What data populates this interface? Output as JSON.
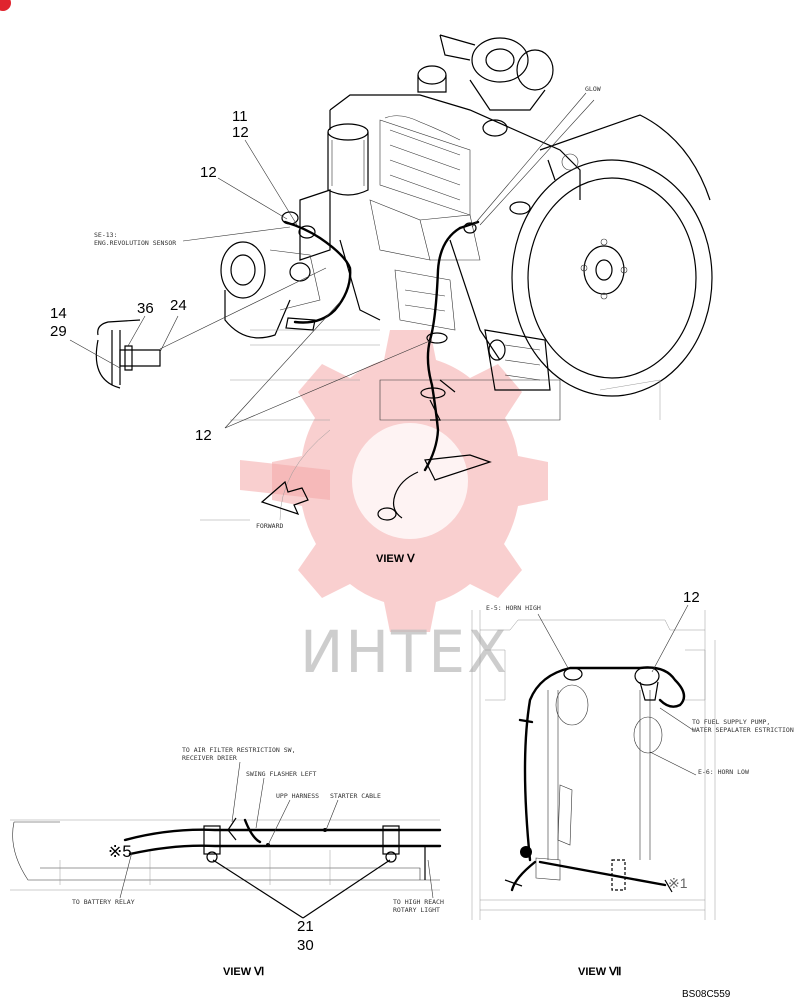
{
  "callouts": {
    "c11": "11",
    "c12a": "12",
    "c12b": "12",
    "c12c": "12",
    "c12d": "12",
    "c14": "14",
    "c29": "29",
    "c36": "36",
    "c24": "24",
    "c21": "21",
    "c30": "30"
  },
  "labels": {
    "glow": "GLOW",
    "se13_code": "SE-13:",
    "se13_name": "ENG.REVOLUTION SENSOR",
    "forward": "FORWARD",
    "e5": "E-5: HORN HIGH",
    "e6": "E-6: HORN LOW",
    "fuel1": "TO FUEL SUPPLY PUMP,",
    "fuel2": "WATER SEPALATER ESTRICTION",
    "air1": "TO AIR FILTER RESTRICTION SW,",
    "air2": "RECEIVER DRIER",
    "swing": "SWING FLASHER LEFT",
    "upp": "UPP HARNESS",
    "starter": "STARTER CABLE",
    "battery": "TO BATTERY RELAY",
    "high1": "TO HIGH REACH",
    "high2": "ROTARY LIGHT",
    "mark5": "※5",
    "mark1": "※1"
  },
  "views": {
    "v": "VIEW Ⅴ",
    "vi": "VIEW Ⅵ",
    "vii": "VIEW Ⅶ"
  },
  "watermark": "ИНТЕХ",
  "drawing_code": "BS08C559",
  "colors": {
    "watermark": "#f4a7a7",
    "corner_badge": "#e0242e"
  }
}
